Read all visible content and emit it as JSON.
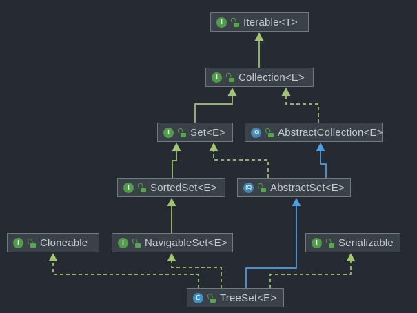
{
  "diagram": {
    "title": "TreeSet class hierarchy UML diagram",
    "colors": {
      "background": "#262B33",
      "node_background": "#3B4149",
      "node_border": "#72787F",
      "label_text": "#C7CBD1",
      "edge_green": "#A3C572",
      "edge_blue": "#4F9FE4",
      "interface_icon": "#539B4C",
      "class_icon": "#3B93C4",
      "abstract_class_icon": "#4285AF",
      "public_lock": "#57A64A"
    },
    "nodes": [
      {
        "id": "iterable",
        "label": "Iterable<T>",
        "kind": "interface",
        "icon": "interface-icon",
        "modifier_icon": "public-unlocked-icon"
      },
      {
        "id": "collection",
        "label": "Collection<E>",
        "kind": "interface",
        "icon": "interface-icon",
        "modifier_icon": "public-unlocked-icon"
      },
      {
        "id": "set",
        "label": "Set<E>",
        "kind": "interface",
        "icon": "interface-icon",
        "modifier_icon": "public-unlocked-icon"
      },
      {
        "id": "abstractCollection",
        "label": "AbstractCollection<E>",
        "kind": "abstract_class",
        "icon": "abstract-class-icon",
        "modifier_icon": "public-unlocked-icon"
      },
      {
        "id": "sortedSet",
        "label": "SortedSet<E>",
        "kind": "interface",
        "icon": "interface-icon",
        "modifier_icon": "public-unlocked-icon"
      },
      {
        "id": "abstractSet",
        "label": "AbstractSet<E>",
        "kind": "abstract_class",
        "icon": "abstract-class-icon",
        "modifier_icon": "public-unlocked-icon"
      },
      {
        "id": "cloneable",
        "label": "Cloneable",
        "kind": "interface",
        "icon": "interface-icon",
        "modifier_icon": "public-unlocked-icon"
      },
      {
        "id": "navigableSet",
        "label": "NavigableSet<E>",
        "kind": "interface",
        "icon": "interface-icon",
        "modifier_icon": "public-unlocked-icon"
      },
      {
        "id": "serializable",
        "label": "Serializable",
        "kind": "interface",
        "icon": "interface-icon",
        "modifier_icon": "public-unlocked-icon"
      },
      {
        "id": "treeSet",
        "label": "TreeSet<E>",
        "kind": "class",
        "icon": "class-icon",
        "modifier_icon": "public-unlocked-icon"
      }
    ],
    "icon_letters": {
      "interface": "I",
      "class": "C",
      "abstract_class": "(C)"
    },
    "edges": [
      {
        "from": "collection",
        "to": "iterable",
        "relation": "extends",
        "style": "solid",
        "color": "green"
      },
      {
        "from": "set",
        "to": "collection",
        "relation": "extends",
        "style": "solid",
        "color": "green"
      },
      {
        "from": "abstractCollection",
        "to": "collection",
        "relation": "implements",
        "style": "dashed",
        "color": "green"
      },
      {
        "from": "sortedSet",
        "to": "set",
        "relation": "extends",
        "style": "solid",
        "color": "green"
      },
      {
        "from": "abstractSet",
        "to": "set",
        "relation": "implements",
        "style": "dashed",
        "color": "green"
      },
      {
        "from": "abstractSet",
        "to": "abstractCollection",
        "relation": "extends",
        "style": "solid",
        "color": "blue"
      },
      {
        "from": "navigableSet",
        "to": "sortedSet",
        "relation": "extends",
        "style": "solid",
        "color": "green"
      },
      {
        "from": "treeSet",
        "to": "cloneable",
        "relation": "implements",
        "style": "dashed",
        "color": "green"
      },
      {
        "from": "treeSet",
        "to": "navigableSet",
        "relation": "implements",
        "style": "dashed",
        "color": "green"
      },
      {
        "from": "treeSet",
        "to": "abstractSet",
        "relation": "extends",
        "style": "solid",
        "color": "blue"
      },
      {
        "from": "treeSet",
        "to": "serializable",
        "relation": "implements",
        "style": "dashed",
        "color": "green"
      }
    ]
  }
}
